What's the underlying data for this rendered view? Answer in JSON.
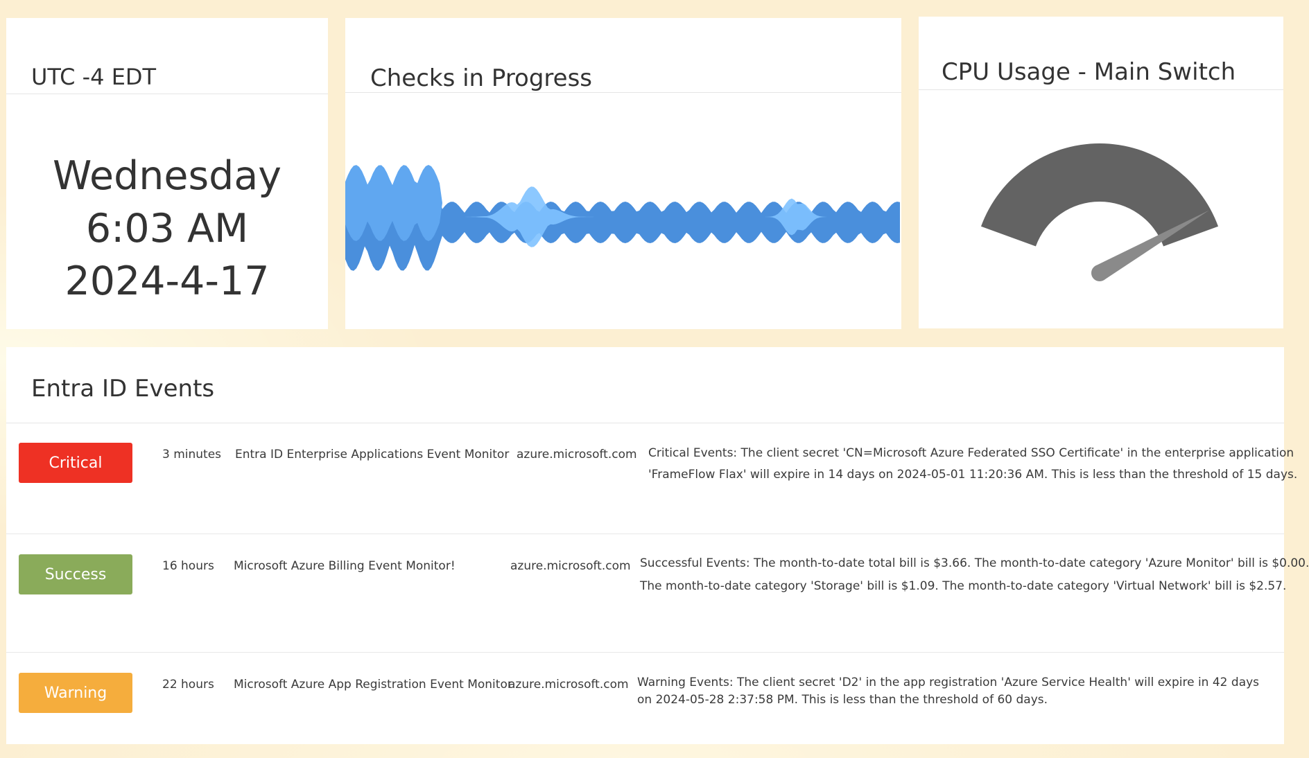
{
  "clock": {
    "title": "UTC -4 EDT",
    "day": "Wednesday",
    "time": "6:03 AM",
    "date": "2024-4-17"
  },
  "checks": {
    "title": "Checks in Progress",
    "colors": {
      "primary": "#4a8fdc",
      "secondary": "#60a7f0",
      "light": "#7fc2ff"
    }
  },
  "cpu": {
    "title": "CPU Usage - Main Switch",
    "gauge_fraction": 0.93,
    "colors": {
      "arc": "#636363",
      "needle": "#8a8a8a"
    }
  },
  "events": {
    "title": "Entra ID Events",
    "rows": [
      {
        "status": "Critical",
        "color": "#ee3124",
        "age": "3 minutes",
        "monitor": "Entra ID Enterprise Applications Event Monitor",
        "host": "azure.microsoft.com",
        "message_line1": "Critical Events: The client secret 'CN=Microsoft Azure Federated SSO Certificate' in the enterprise application",
        "message_line2": "'FrameFlow Flax' will expire in 14 days on 2024-05-01 11:20:36 AM. This is less than the threshold of 15 days."
      },
      {
        "status": "Success",
        "color": "#8aab5a",
        "age": "16 hours",
        "monitor": "Microsoft Azure Billing Event Monitor!",
        "host": "azure.microsoft.com",
        "message_line1": "Successful Events: The month-to-date total bill is $3.66. The month-to-date category 'Azure Monitor' bill is $0.00.",
        "message_line2": "The month-to-date category 'Storage' bill is $1.09. The month-to-date category 'Virtual Network' bill is $2.57."
      },
      {
        "status": "Warning",
        "color": "#f5ad3d",
        "age": "22 hours",
        "monitor": "Microsoft Azure App Registration Event Monitor",
        "host": "azure.microsoft.com",
        "message_line1": "Warning Events: The client secret 'D2' in the app registration 'Azure Service Health' will expire in 42 days",
        "message_line2": "on 2024-05-28 2:37:58 PM. This is less than the threshold of 60 days."
      }
    ]
  }
}
